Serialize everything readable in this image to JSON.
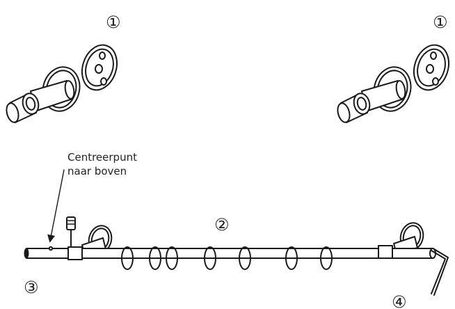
{
  "labels": {
    "bracket_left": "①",
    "bracket_right": "①",
    "rod": "②",
    "rod_end": "③",
    "hex_key": "④"
  },
  "annotation": {
    "line1": "Centreerpunt",
    "line2": "naar boven"
  }
}
